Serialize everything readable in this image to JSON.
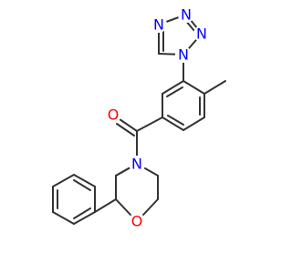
{
  "molecule": {
    "colors": {
      "bond": "#333333",
      "N": "#0000ff",
      "O": "#ff0000"
    },
    "atoms": [
      {
        "id": "n_t1",
        "symbol": "N"
      },
      {
        "id": "n_t2",
        "symbol": "N"
      },
      {
        "id": "n_t3",
        "symbol": "N"
      },
      {
        "id": "n_t4",
        "symbol": "N"
      },
      {
        "id": "o_carbonyl",
        "symbol": "O"
      },
      {
        "id": "n_morph",
        "symbol": "N"
      },
      {
        "id": "o_morph",
        "symbol": "O"
      }
    ]
  }
}
